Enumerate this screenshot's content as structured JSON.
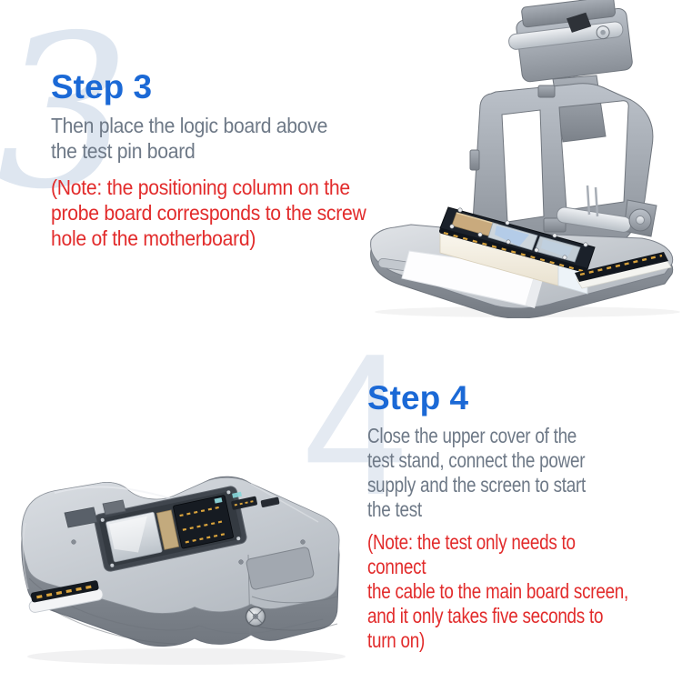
{
  "page": {
    "background": "#ffffff"
  },
  "colors": {
    "step_title_blue": "#1b69d6",
    "body_gray": "#6e7987",
    "note_red": "#e22b2b",
    "watermark_blue": "#dee6f0",
    "fixture_metal_gray": "#9aa1a9",
    "pcb_black": "#1b212a",
    "gold_contact": "#d9a33c"
  },
  "steps": [
    {
      "id": "step-3",
      "watermark_numeral": "3",
      "title": "Step 3",
      "description_lines": [
        "Then place the logic board above",
        "the test pin board"
      ],
      "note_lines": [
        "(Note: the positioning column on the",
        "probe board corresponds to the screw",
        "hole of the motherboard)"
      ],
      "figure_label": "Open test stand with logic board placed above the test pin board"
    },
    {
      "id": "step-4",
      "watermark_numeral": "4",
      "title": "Step 4",
      "description_lines": [
        "Close the upper cover of the",
        "test stand, connect the power",
        "supply and the screen to start",
        "the test"
      ],
      "note_lines": [
        "(Note: the test only needs to connect",
        "the cable to the main board screen,",
        "and it only takes five seconds to",
        "turn on)"
      ],
      "figure_label": "Closed test stand with logic board inside"
    }
  ]
}
